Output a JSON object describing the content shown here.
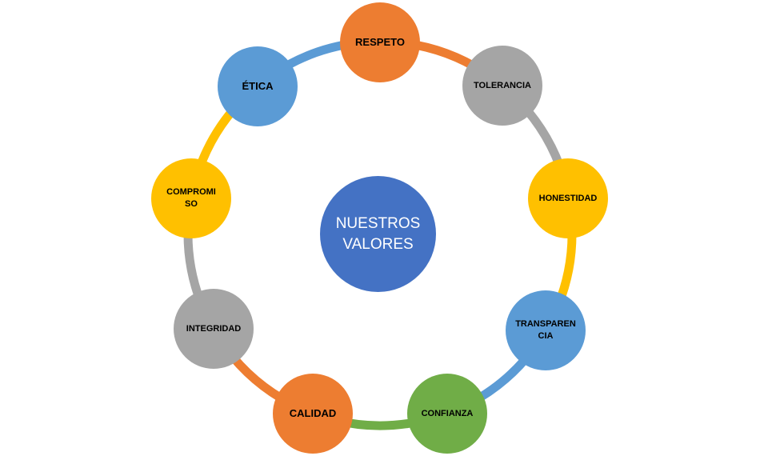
{
  "center": {
    "label": "NUESTROS\nVALORES",
    "color": "#4472C4"
  },
  "nodes": [
    {
      "label": "RESPETO",
      "color": "#ED7D31"
    },
    {
      "label": "TOLERANCIA",
      "color": "#A5A5A5"
    },
    {
      "label": "HONESTIDAD",
      "color": "#FFC000"
    },
    {
      "label": "TRANSPAREN\nCIA",
      "color": "#5B9BD5"
    },
    {
      "label": "CONFIANZA",
      "color": "#70AD47"
    },
    {
      "label": "CALIDAD",
      "color": "#ED7D31"
    },
    {
      "label": "INTEGRIDAD",
      "color": "#A5A5A5"
    },
    {
      "label": "COMPROMI\nSO",
      "color": "#FFC000"
    },
    {
      "label": "ÉTICA",
      "color": "#5B9BD5"
    }
  ]
}
